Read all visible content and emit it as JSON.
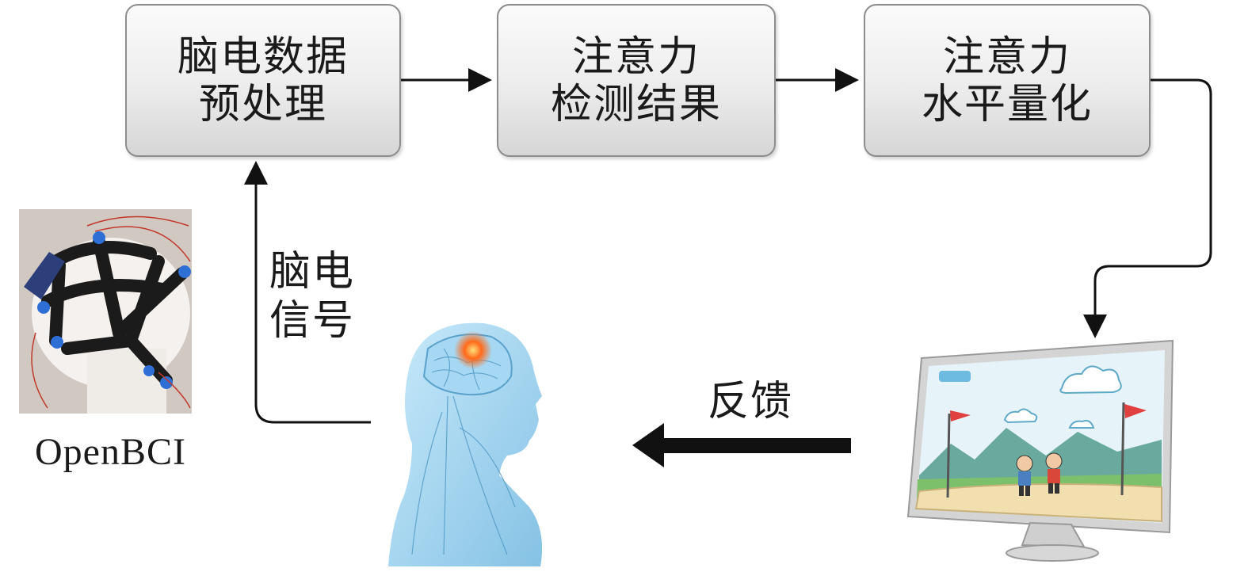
{
  "boxes": [
    {
      "line1": "脑电数据",
      "line2": "预处理"
    },
    {
      "line1": "注意力",
      "line2": "检测结果"
    },
    {
      "line1": "注意力",
      "line2": "水平量化"
    }
  ],
  "labels": {
    "eeg_line1": "脑电",
    "eeg_line2": "信号",
    "feedback": "反馈",
    "device": "OpenBCI"
  },
  "colors": {
    "box_border": "#8d8d8d",
    "arrow": "#111111",
    "brain_highlight": "#ff6a1a",
    "body_blue": "#7fc4ea",
    "monitor_frame": "#cfcfcf"
  }
}
